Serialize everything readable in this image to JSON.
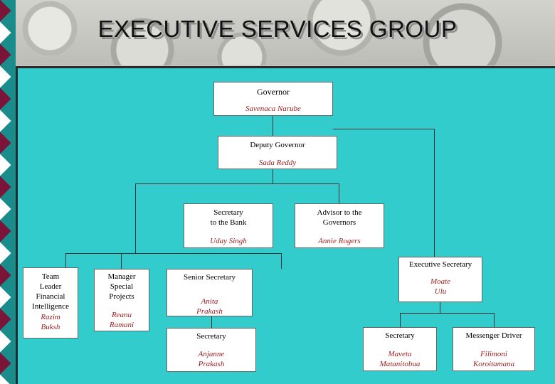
{
  "title": "EXECUTIVE SERVICES GROUP",
  "colors": {
    "panel": "#33cccc",
    "name_text": "#9b1c1c",
    "strip": "#1b8c8c",
    "strip_diamond_a": "#7a1438",
    "strip_diamond_b": "#ffffff"
  },
  "org": {
    "governor": {
      "role": "Governor",
      "name": "Savenaca Narube"
    },
    "deputy_governor": {
      "role": "Deputy Governor",
      "name": "Sada Reddy"
    },
    "secretary_bank": {
      "role_line1": "Secretary",
      "role_line2": "to the Bank",
      "name": "Uday Singh"
    },
    "advisor": {
      "role_line1": "Advisor to the",
      "role_line2": "Governors",
      "name": "Annie Rogers"
    },
    "team_leader": {
      "role_line1": "Team",
      "role_line2": "Leader",
      "role_line3": "Financial",
      "role_line4": "Intelligence",
      "name_line1": "Razim",
      "name_line2": "Buksh"
    },
    "manager_special": {
      "role_line1": "Manager",
      "role_line2": "Special",
      "role_line3": "Projects",
      "name_line1": "Reanu",
      "name_line2": "Ramani"
    },
    "senior_secretary": {
      "role": "Senior Secretary",
      "name_line1": "Anita",
      "name_line2": "Prakash"
    },
    "executive_secretary": {
      "role": "Executive Secretary",
      "name_line1": "Moate",
      "name_line2": "Ulu"
    },
    "secretary_left": {
      "role": "Secretary",
      "name_line1": "Anjanne",
      "name_line2": "Prakash"
    },
    "secretary_right": {
      "role": "Secretary",
      "name_line1": "Maveta",
      "name_line2": "Matanitobua"
    },
    "messenger_driver": {
      "role": "Messenger Driver",
      "name_line1": "Filimoni",
      "name_line2": "Koroitamana"
    }
  }
}
